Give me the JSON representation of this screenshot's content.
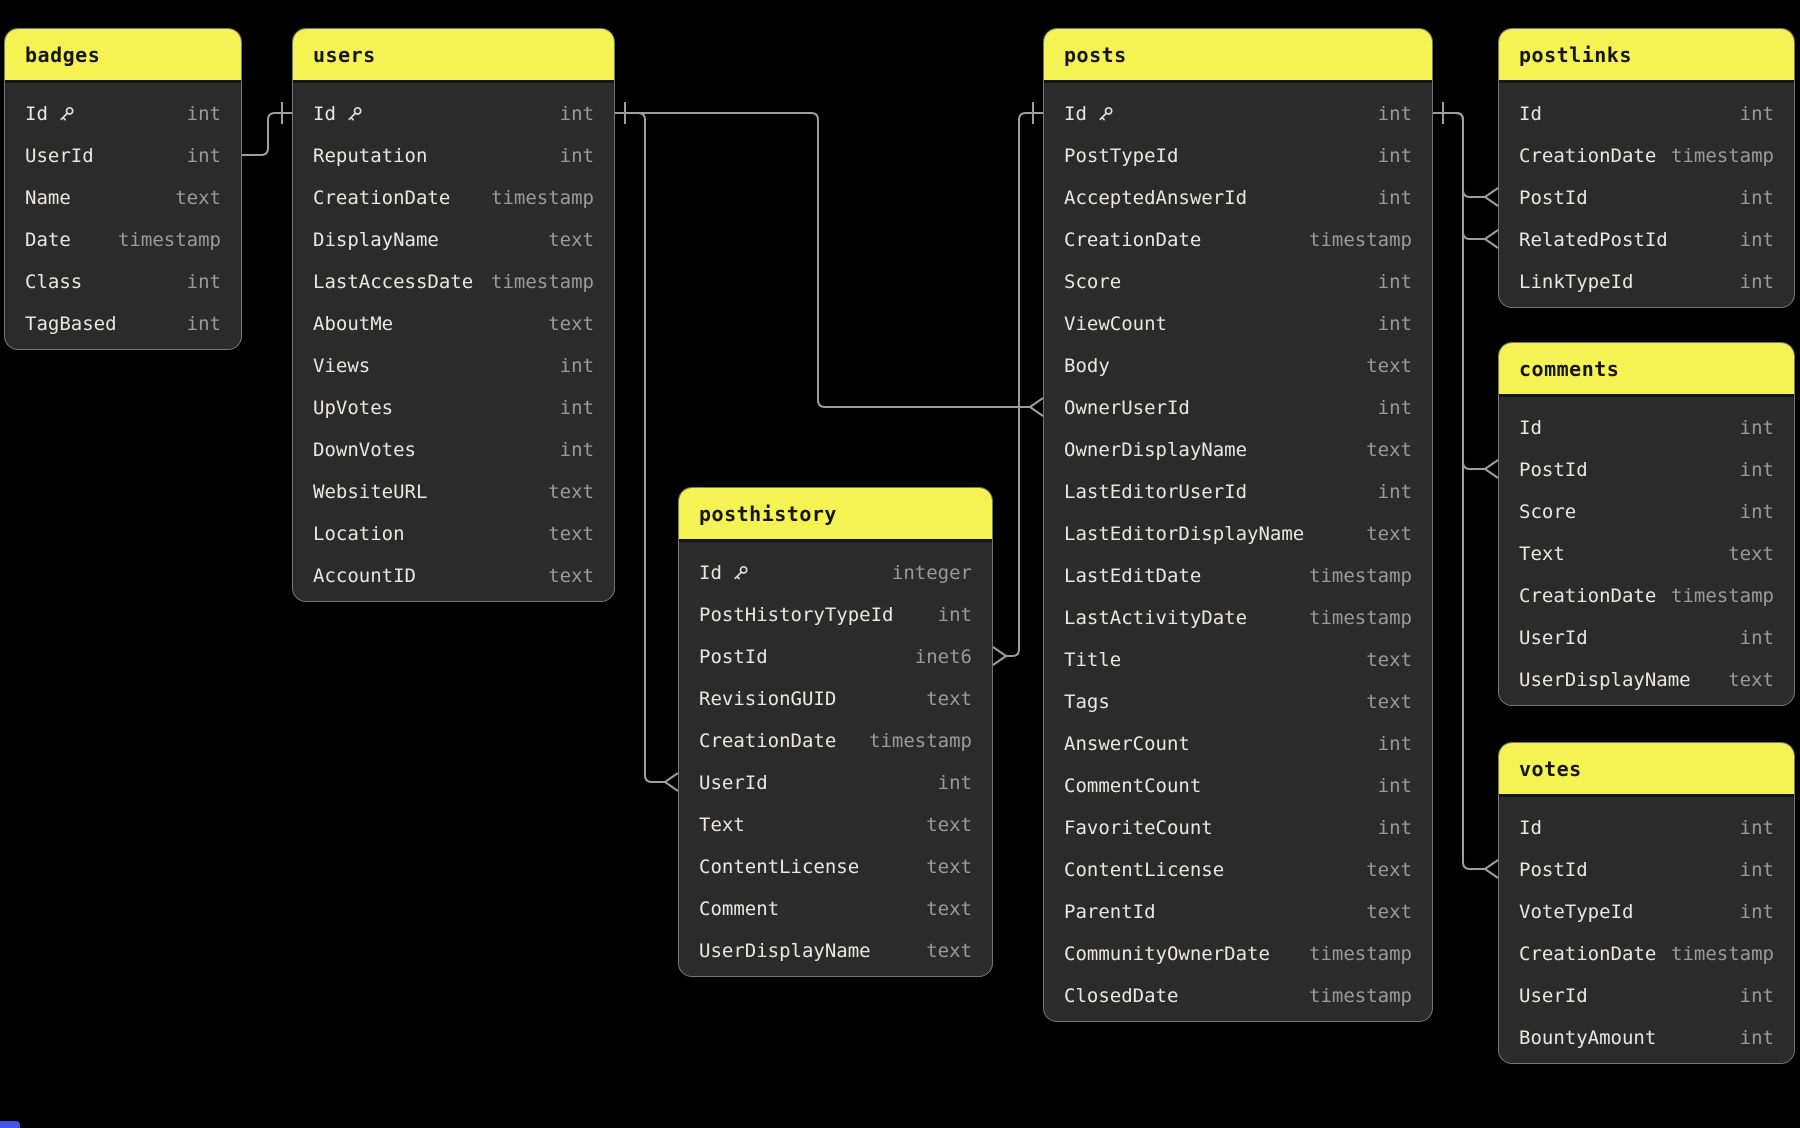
{
  "diagram": {
    "tables": [
      {
        "name": "badges",
        "fields": [
          {
            "name": "Id",
            "type": "int",
            "pk": true
          },
          {
            "name": "UserId",
            "type": "int"
          },
          {
            "name": "Name",
            "type": "text"
          },
          {
            "name": "Date",
            "type": "timestamp"
          },
          {
            "name": "Class",
            "type": "int"
          },
          {
            "name": "TagBased",
            "type": "int"
          }
        ]
      },
      {
        "name": "users",
        "fields": [
          {
            "name": "Id",
            "type": "int",
            "pk": true
          },
          {
            "name": "Reputation",
            "type": "int"
          },
          {
            "name": "CreationDate",
            "type": "timestamp"
          },
          {
            "name": "DisplayName",
            "type": "text"
          },
          {
            "name": "LastAccessDate",
            "type": "timestamp"
          },
          {
            "name": "AboutMe",
            "type": "text"
          },
          {
            "name": "Views",
            "type": "int"
          },
          {
            "name": "UpVotes",
            "type": "int"
          },
          {
            "name": "DownVotes",
            "type": "int"
          },
          {
            "name": "WebsiteURL",
            "type": "text"
          },
          {
            "name": "Location",
            "type": "text"
          },
          {
            "name": "AccountID",
            "type": "text"
          }
        ]
      },
      {
        "name": "posthistory",
        "fields": [
          {
            "name": "Id",
            "type": "integer",
            "pk": true
          },
          {
            "name": "PostHistoryTypeId",
            "type": "int"
          },
          {
            "name": "PostId",
            "type": "inet6"
          },
          {
            "name": "RevisionGUID",
            "type": "text"
          },
          {
            "name": "CreationDate",
            "type": "timestamp"
          },
          {
            "name": "UserId",
            "type": "int"
          },
          {
            "name": "Text",
            "type": "text"
          },
          {
            "name": "ContentLicense",
            "type": "text"
          },
          {
            "name": "Comment",
            "type": "text"
          },
          {
            "name": "UserDisplayName",
            "type": "text"
          }
        ]
      },
      {
        "name": "posts",
        "fields": [
          {
            "name": "Id",
            "type": "int",
            "pk": true
          },
          {
            "name": "PostTypeId",
            "type": "int"
          },
          {
            "name": "AcceptedAnswerId",
            "type": "int"
          },
          {
            "name": "CreationDate",
            "type": "timestamp"
          },
          {
            "name": "Score",
            "type": "int"
          },
          {
            "name": "ViewCount",
            "type": "int"
          },
          {
            "name": "Body",
            "type": "text"
          },
          {
            "name": "OwnerUserId",
            "type": "int"
          },
          {
            "name": "OwnerDisplayName",
            "type": "text"
          },
          {
            "name": "LastEditorUserId",
            "type": "int"
          },
          {
            "name": "LastEditorDisplayName",
            "type": "text"
          },
          {
            "name": "LastEditDate",
            "type": "timestamp"
          },
          {
            "name": "LastActivityDate",
            "type": "timestamp"
          },
          {
            "name": "Title",
            "type": "text"
          },
          {
            "name": "Tags",
            "type": "text"
          },
          {
            "name": "AnswerCount",
            "type": "int"
          },
          {
            "name": "CommentCount",
            "type": "int"
          },
          {
            "name": "FavoriteCount",
            "type": "int"
          },
          {
            "name": "ContentLicense",
            "type": "text"
          },
          {
            "name": "ParentId",
            "type": "text"
          },
          {
            "name": "CommunityOwnerDate",
            "type": "timestamp"
          },
          {
            "name": "ClosedDate",
            "type": "timestamp"
          }
        ]
      },
      {
        "name": "postlinks",
        "fields": [
          {
            "name": "Id",
            "type": "int"
          },
          {
            "name": "CreationDate",
            "type": "timestamp"
          },
          {
            "name": "PostId",
            "type": "int"
          },
          {
            "name": "RelatedPostId",
            "type": "int"
          },
          {
            "name": "LinkTypeId",
            "type": "int"
          }
        ]
      },
      {
        "name": "comments",
        "fields": [
          {
            "name": "Id",
            "type": "int"
          },
          {
            "name": "PostId",
            "type": "int"
          },
          {
            "name": "Score",
            "type": "int"
          },
          {
            "name": "Text",
            "type": "text"
          },
          {
            "name": "CreationDate",
            "type": "timestamp"
          },
          {
            "name": "UserId",
            "type": "int"
          },
          {
            "name": "UserDisplayName",
            "type": "text"
          }
        ]
      },
      {
        "name": "votes",
        "fields": [
          {
            "name": "Id",
            "type": "int"
          },
          {
            "name": "PostId",
            "type": "int"
          },
          {
            "name": "VoteTypeId",
            "type": "int"
          },
          {
            "name": "CreationDate",
            "type": "timestamp"
          },
          {
            "name": "UserId",
            "type": "int"
          },
          {
            "name": "BountyAmount",
            "type": "int"
          }
        ]
      }
    ],
    "relationships": [
      {
        "from_table": "users",
        "from_field": "Id",
        "to_table": "badges",
        "to_field": "UserId"
      },
      {
        "from_table": "users",
        "from_field": "Id",
        "to_table": "posthistory",
        "to_field": "UserId"
      },
      {
        "from_table": "users",
        "from_field": "Id",
        "to_table": "posts",
        "to_field": "OwnerUserId"
      },
      {
        "from_table": "posts",
        "from_field": "Id",
        "to_table": "posthistory",
        "to_field": "PostId"
      },
      {
        "from_table": "posts",
        "from_field": "Id",
        "to_table": "postlinks",
        "to_field": "PostId"
      },
      {
        "from_table": "posts",
        "from_field": "Id",
        "to_table": "postlinks",
        "to_field": "RelatedPostId"
      },
      {
        "from_table": "posts",
        "from_field": "Id",
        "to_table": "comments",
        "to_field": "PostId"
      },
      {
        "from_table": "posts",
        "from_field": "Id",
        "to_table": "votes",
        "to_field": "PostId"
      }
    ],
    "icons": {
      "primary_key": "key-icon"
    },
    "colors": {
      "canvas": "#000000",
      "table_header": "#f4f353",
      "table_body": "#2b2b2b",
      "table_border": "#767676",
      "header_text": "#161616",
      "field_name": "#e9e7e4",
      "field_type": "#9a9a9a",
      "relationship_line": "#9e9e9e",
      "corner_accent": "#3f57e8"
    }
  }
}
